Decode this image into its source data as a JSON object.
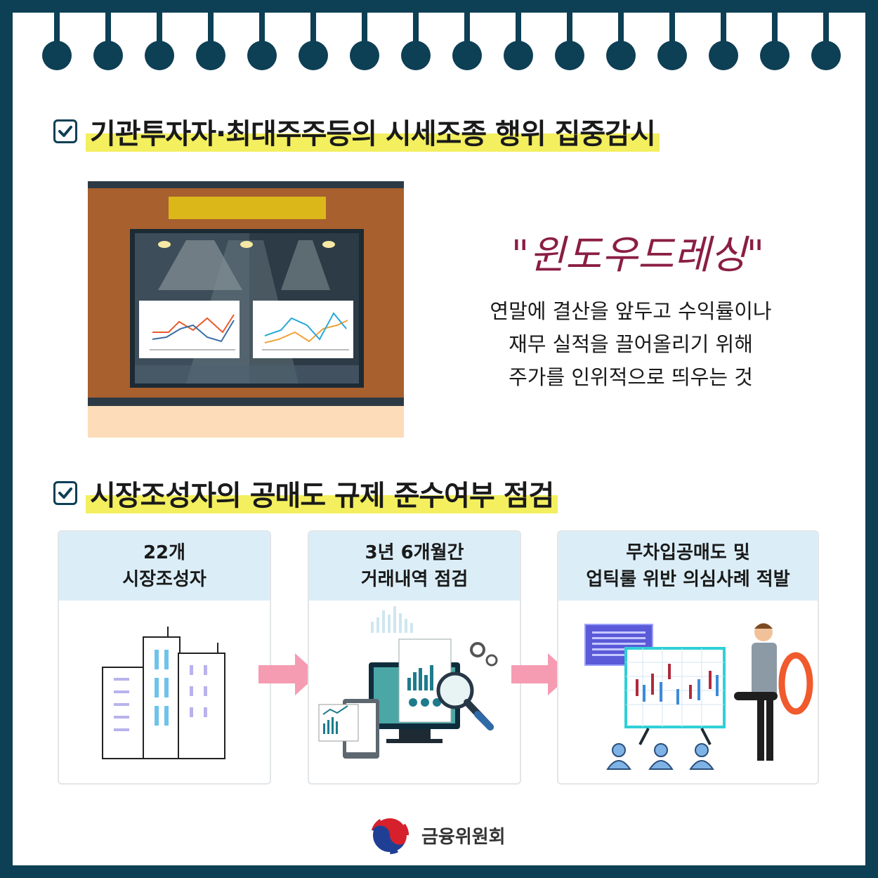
{
  "section1": {
    "title": "기관투자자·최대주주등의 시세조종 행위 집중감시",
    "quote": "\"윈도우드레싱\"",
    "description_lines": [
      "연말에 결산을 앞두고 수익률이나",
      "재무 실적을 끌어올리기 위해",
      "주가를 인위적으로 띄우는 것"
    ]
  },
  "section2": {
    "title": "시장조성자의 공매도 규제 준수여부 점검",
    "cards": [
      {
        "line1": "22개",
        "line2": "시장조성자",
        "icon": "buildings-icon"
      },
      {
        "line1": "3년 6개월간",
        "line2": "거래내역 점검",
        "icon": "data-analysis-icon"
      },
      {
        "line1": "무차입공매도 및",
        "line2": "업틱룰 위반 의심사례 적발",
        "icon": "investigator-icon"
      }
    ]
  },
  "footer": {
    "org_name": "금융위원회"
  },
  "colors": {
    "navy": "#0d3f55",
    "highlight": "#f3ef5f",
    "quote": "#8a1e44",
    "card_header": "#dbeef8",
    "arrow": "#f59bb2"
  }
}
